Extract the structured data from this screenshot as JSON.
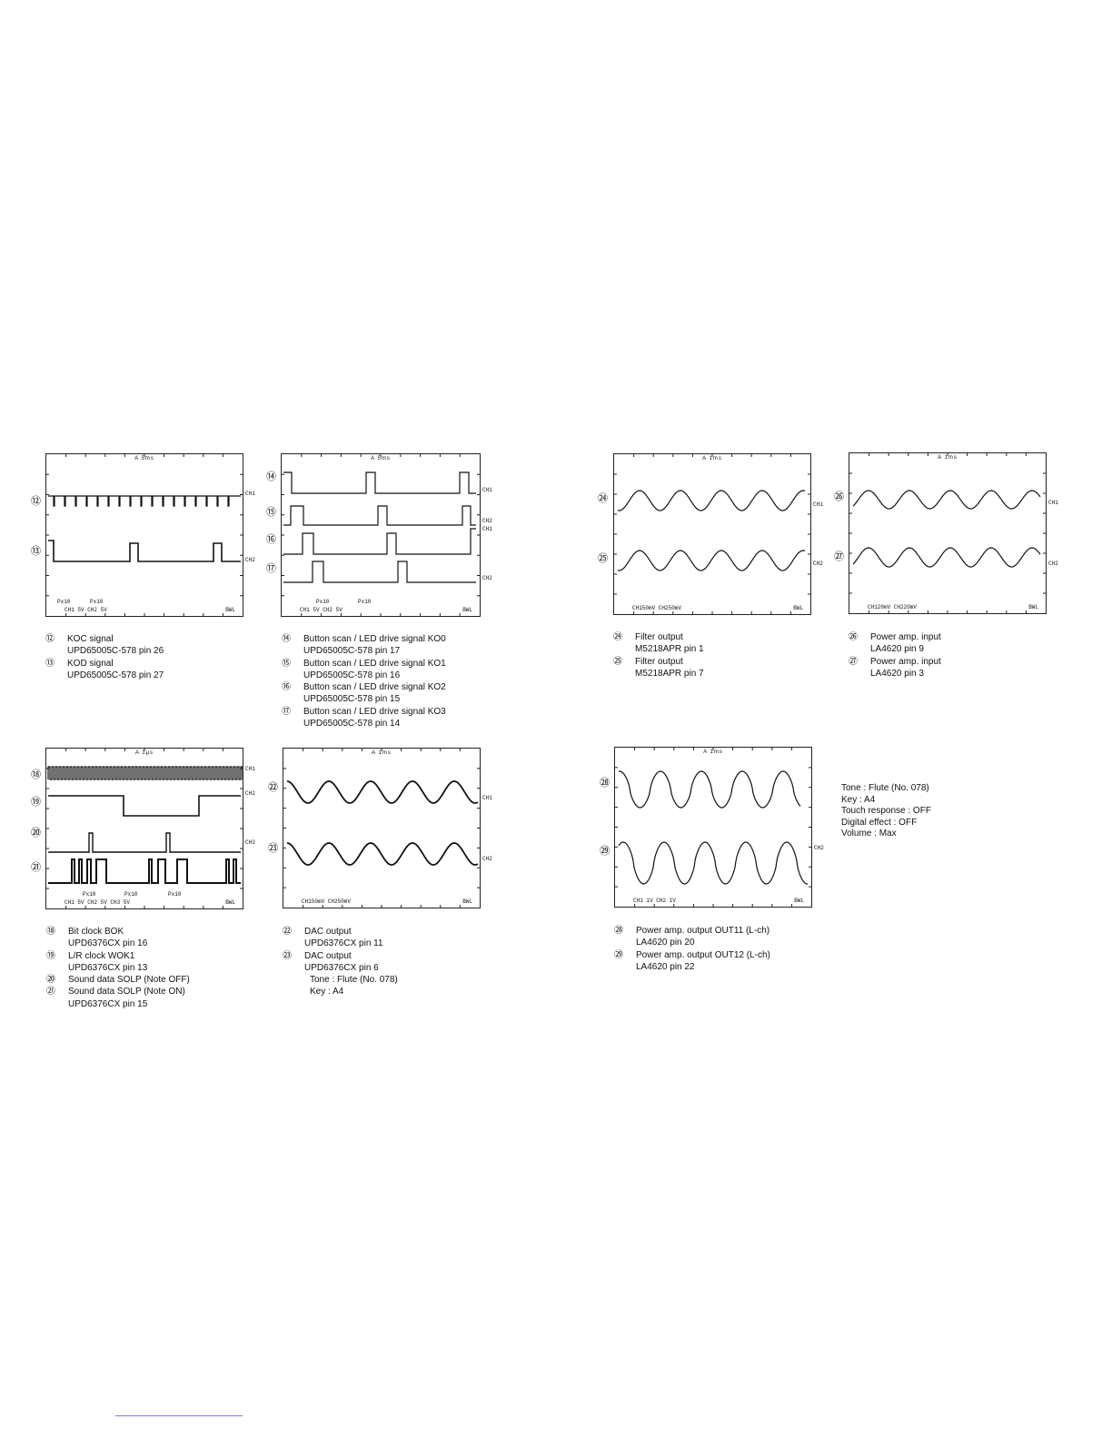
{
  "scopes": {
    "s1": {
      "time": "A 5ms",
      "ch": [
        "CH1",
        "CH2"
      ],
      "footer": "CH1 5V CH2 5V",
      "probes": [
        "Px10",
        "Px10"
      ],
      "bw": "BWL",
      "markers": [
        "⑫",
        "⑬"
      ]
    },
    "s2": {
      "time": "A 5ms",
      "ch": [
        "CH1",
        "CH2",
        "CH1",
        "CH2"
      ],
      "footer": "CH1 5V CH2 5V",
      "probes": [
        "Px10",
        "Px10"
      ],
      "bw": "BWL",
      "markers": [
        "⑭",
        "⑮",
        "⑯",
        "⑰"
      ]
    },
    "s3": {
      "time": "A 1ms",
      "ch": [
        "CH1",
        "CH2"
      ],
      "footer": "CH150mV CH250mV",
      "bw": "BWL",
      "markers": [
        "㉔",
        "㉕"
      ]
    },
    "s4": {
      "time": "A 1ms",
      "ch": [
        "CH1",
        "CH2"
      ],
      "footer": "CH120mV CH220mV",
      "bw": "BWL",
      "markers": [
        "㉖",
        "㉗"
      ]
    },
    "s5": {
      "time": "A 1µs",
      "ch": [
        "CH1",
        "CH2",
        "CH3"
      ],
      "footer": "CH1 5V CH2 5V CH3 5V",
      "probes": [
        "Px10",
        "Px10",
        "Px10"
      ],
      "bw": "BWL",
      "markers": [
        "⑱",
        "⑲",
        "⑳",
        "㉑"
      ]
    },
    "s6": {
      "time": "A 1ms",
      "ch": [
        "CH1",
        "CH2"
      ],
      "footer": "CH150mV CH250mV",
      "bw": "BWL",
      "markers": [
        "㉒",
        "㉓"
      ]
    },
    "s7": {
      "time": "A 1ms",
      "ch": [
        "CH2"
      ],
      "footer": "CH1 1V CH2 1V",
      "bw": "BWL",
      "markers": [
        "㉘",
        "㉙"
      ]
    }
  },
  "captions": {
    "c1": [
      {
        "num": "⑫",
        "line1": "KOC signal",
        "line2": "UPD65005C-578 pin 26"
      },
      {
        "num": "⑬",
        "line1": "KOD signal",
        "line2": "UPD65005C-578 pin 27"
      }
    ],
    "c2": [
      {
        "num": "⑭",
        "line1": "Button scan / LED drive signal KO0",
        "line2": "UPD65005C-578 pin 17"
      },
      {
        "num": "⑮",
        "line1": "Button scan / LED drive signal KO1",
        "line2": "UPD65005C-578 pin 16"
      },
      {
        "num": "⑯",
        "line1": "Button scan / LED drive signal KO2",
        "line2": "UPD65005C-578 pin 15"
      },
      {
        "num": "⑰",
        "line1": "Button scan / LED drive signal KO3",
        "line2": "UPD65005C-578 pin 14"
      }
    ],
    "c3": [
      {
        "num": "㉔",
        "line1": "Filter output",
        "line2": "M5218APR pin 1"
      },
      {
        "num": "㉕",
        "line1": "Filter output",
        "line2": "M5218APR pin 7"
      }
    ],
    "c4": [
      {
        "num": "㉖",
        "line1": "Power amp. input",
        "line2": "LA4620 pin 9"
      },
      {
        "num": "㉗",
        "line1": "Power amp. input",
        "line2": "LA4620 pin 3"
      }
    ],
    "c5": [
      {
        "num": "⑱",
        "line1": "Bit clock BOK",
        "line2": "UPD6376CX pin 16"
      },
      {
        "num": "⑲",
        "line1": "L/R clock WOK1",
        "line2": "UPD6376CX pin 13"
      },
      {
        "num": "⑳",
        "line1": "Sound data SOLP (Note OFF)",
        "line2": ""
      },
      {
        "num": "㉑",
        "line1": "Sound data SOLP (Note ON)",
        "line2": "UPD6376CX pin 15"
      }
    ],
    "c6": [
      {
        "num": "㉒",
        "line1": "DAC output",
        "line2": "UPD6376CX pin 11"
      },
      {
        "num": "㉓",
        "line1": "DAC output",
        "line2": "UPD6376CX pin 6"
      }
    ],
    "c6extra": [
      "Tone : Flute (No. 078)",
      "Key : A4"
    ],
    "c7": [
      {
        "num": "㉘",
        "line1": "Power amp. output OUT11 (L-ch)",
        "line2": "LA4620 pin 20"
      },
      {
        "num": "㉙",
        "line1": "Power amp. output OUT12 (L-ch)",
        "line2": "LA4620 pin 22"
      }
    ]
  },
  "settings": [
    "Tone : Flute (No. 078)",
    "Key : A4",
    "Touch response : OFF",
    "Digital effect : OFF",
    "Volume : Max"
  ]
}
